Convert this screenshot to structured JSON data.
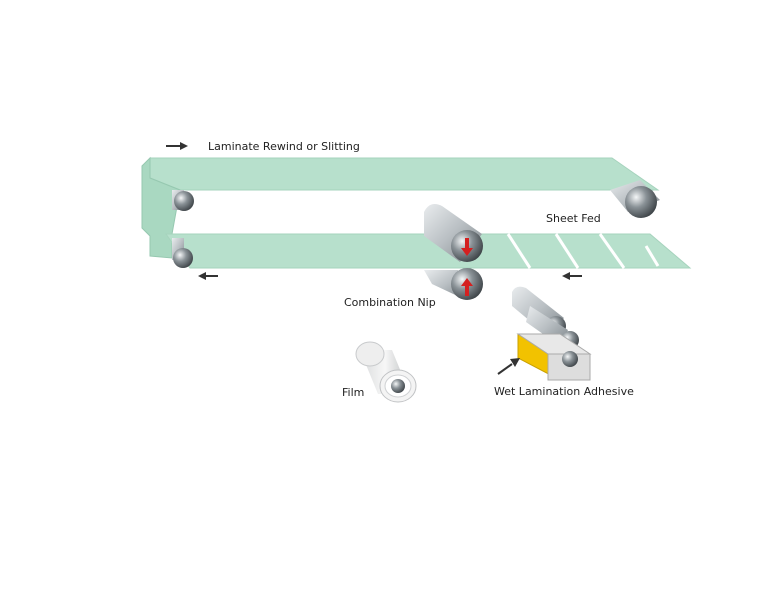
{
  "diagram": {
    "title": "Wet lamination process",
    "labels": {
      "rewind": "Laminate Rewind or Slitting",
      "sheet_fed": "Sheet Fed",
      "nip": "Combination Nip",
      "film": "Film",
      "adhesive": "Wet Lamination Adhesive"
    },
    "colors": {
      "web": "#b7e0cc",
      "web_edge": "#8fc3aa",
      "roller": "#6b7378",
      "arrow": "#333333",
      "nip_arrow": "#d42020",
      "adhesive_tray": "#f2c200"
    }
  }
}
